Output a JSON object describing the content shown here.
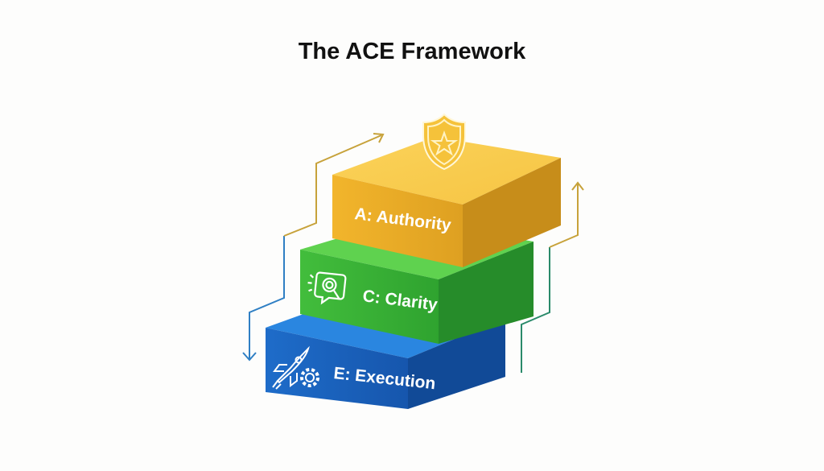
{
  "title": "The ACE Framework",
  "layers": [
    {
      "label": "A:  Authority",
      "icon": "shield-star-icon",
      "color": "#f1b52a"
    },
    {
      "label": "C: Clarity",
      "icon": "search-chat-icon",
      "color": "#3cb83a"
    },
    {
      "label": "E: Execution",
      "icon": "rocket-gear-icon",
      "color": "#1f64c4"
    }
  ]
}
